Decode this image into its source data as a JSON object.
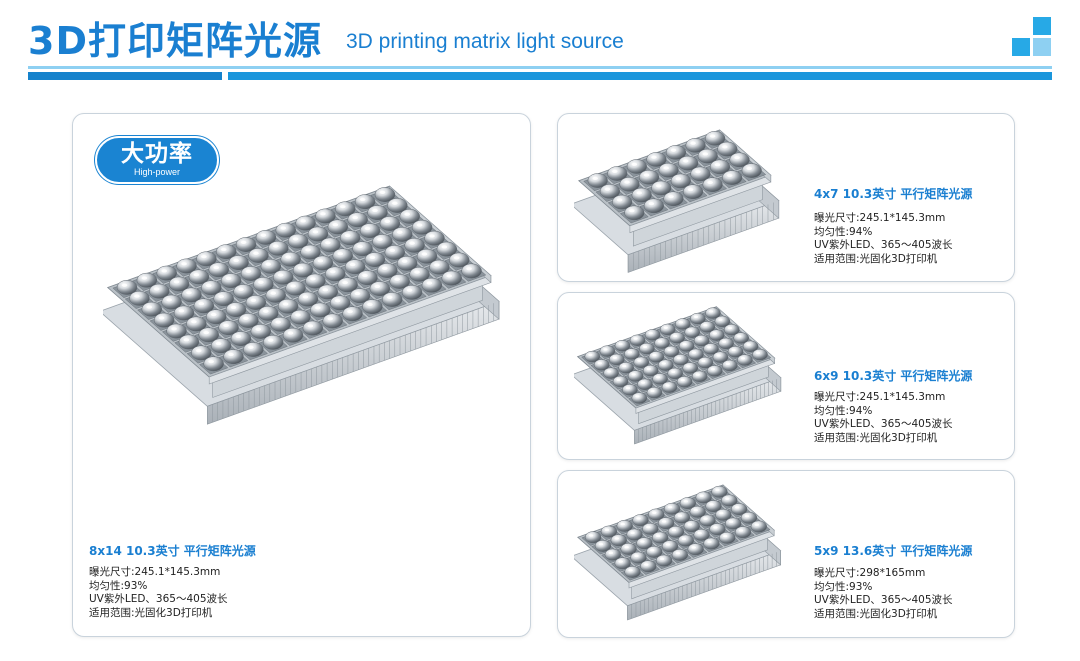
{
  "header": {
    "title_cn": "3D打印矩阵光源",
    "title_en": "3D printing matrix light source"
  },
  "colors": {
    "accent": "#1a7fd1",
    "bar_light": "#8ed0f2",
    "bar_dark": "#1582cc",
    "card_border": "#c9d3dc"
  },
  "badge": {
    "cn": "大功率",
    "en": "High-power"
  },
  "products": [
    {
      "title": "8x14  10.3英寸 平行矩阵光源",
      "specs": [
        "曝光尺寸:245.1*145.3mm",
        "均匀性:93%",
        "UV紫外LED、365～405波长",
        "适用范围:光固化3D打印机"
      ]
    },
    {
      "title": "4x7  10.3英寸 平行矩阵光源",
      "specs": [
        "曝光尺寸:245.1*145.3mm",
        "均匀性:94%",
        "UV紫外LED、365～405波长",
        "适用范围:光固化3D打印机"
      ]
    },
    {
      "title": "6x9  10.3英寸 平行矩阵光源",
      "specs": [
        "曝光尺寸:245.1*145.3mm",
        "均匀性:94%",
        "UV紫外LED、365～405波长",
        "适用范围:光固化3D打印机"
      ]
    },
    {
      "title": "5x9  13.6英寸 平行矩阵光源",
      "specs": [
        "曝光尺寸:298*165mm",
        "均匀性:93%",
        "UV紫外LED、365～405波长",
        "适用范围:光固化3D打印机"
      ]
    }
  ]
}
